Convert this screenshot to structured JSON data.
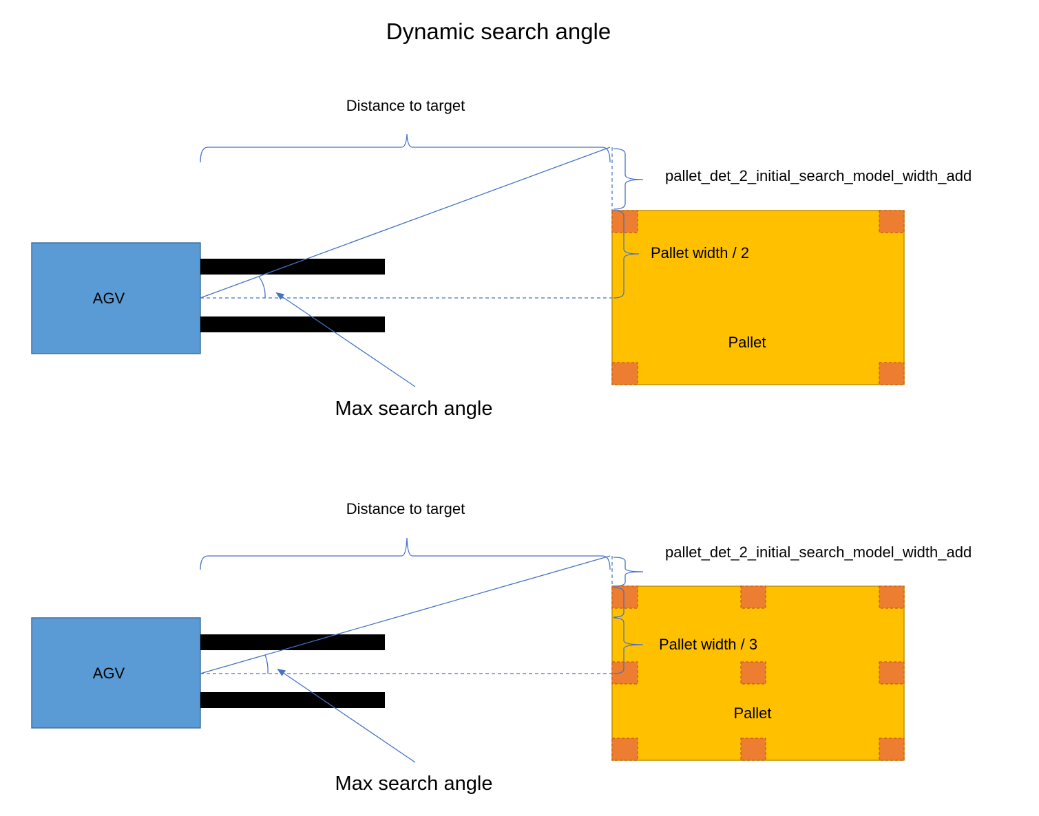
{
  "title": "Dynamic search angle",
  "colors": {
    "agv_fill": "#5b9bd5",
    "agv_stroke": "#41719c",
    "fork": "#000000",
    "pallet_fill": "#ffc000",
    "pallet_stroke": "#bf9000",
    "block_fill": "#ed7d31",
    "block_stroke": "#c55a11",
    "line": "#4472c4"
  },
  "diagrams": [
    {
      "distance_label": "Distance to target",
      "width_add_label": "pallet_det_2_initial_search_model_width_add",
      "pallet_width_label": "Pallet width / 2",
      "agv_label": "AGV",
      "pallet_label": "Pallet",
      "angle_label": "Max search angle"
    },
    {
      "distance_label": "Distance to target",
      "width_add_label": "pallet_det_2_initial_search_model_width_add",
      "pallet_width_label": "Pallet width / 3",
      "agv_label": "AGV",
      "pallet_label": "Pallet",
      "angle_label": "Max search angle"
    }
  ]
}
